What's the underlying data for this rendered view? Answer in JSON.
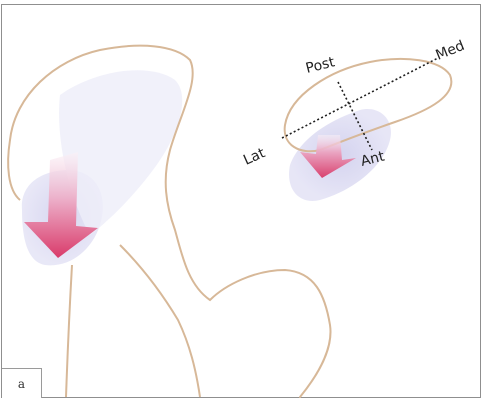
{
  "labels": {
    "post": "Post",
    "med": "Med",
    "lat": "Lat",
    "ant": "Ant"
  },
  "panel_label": "a",
  "colors": {
    "frame": "#8f8f8f",
    "bone_outline": "#d7b898",
    "shadow": "#d5d4ef",
    "arrow_light": "#ecd6e6",
    "arrow_dark": "#d93a6a",
    "axis": "#1f1f1f"
  }
}
